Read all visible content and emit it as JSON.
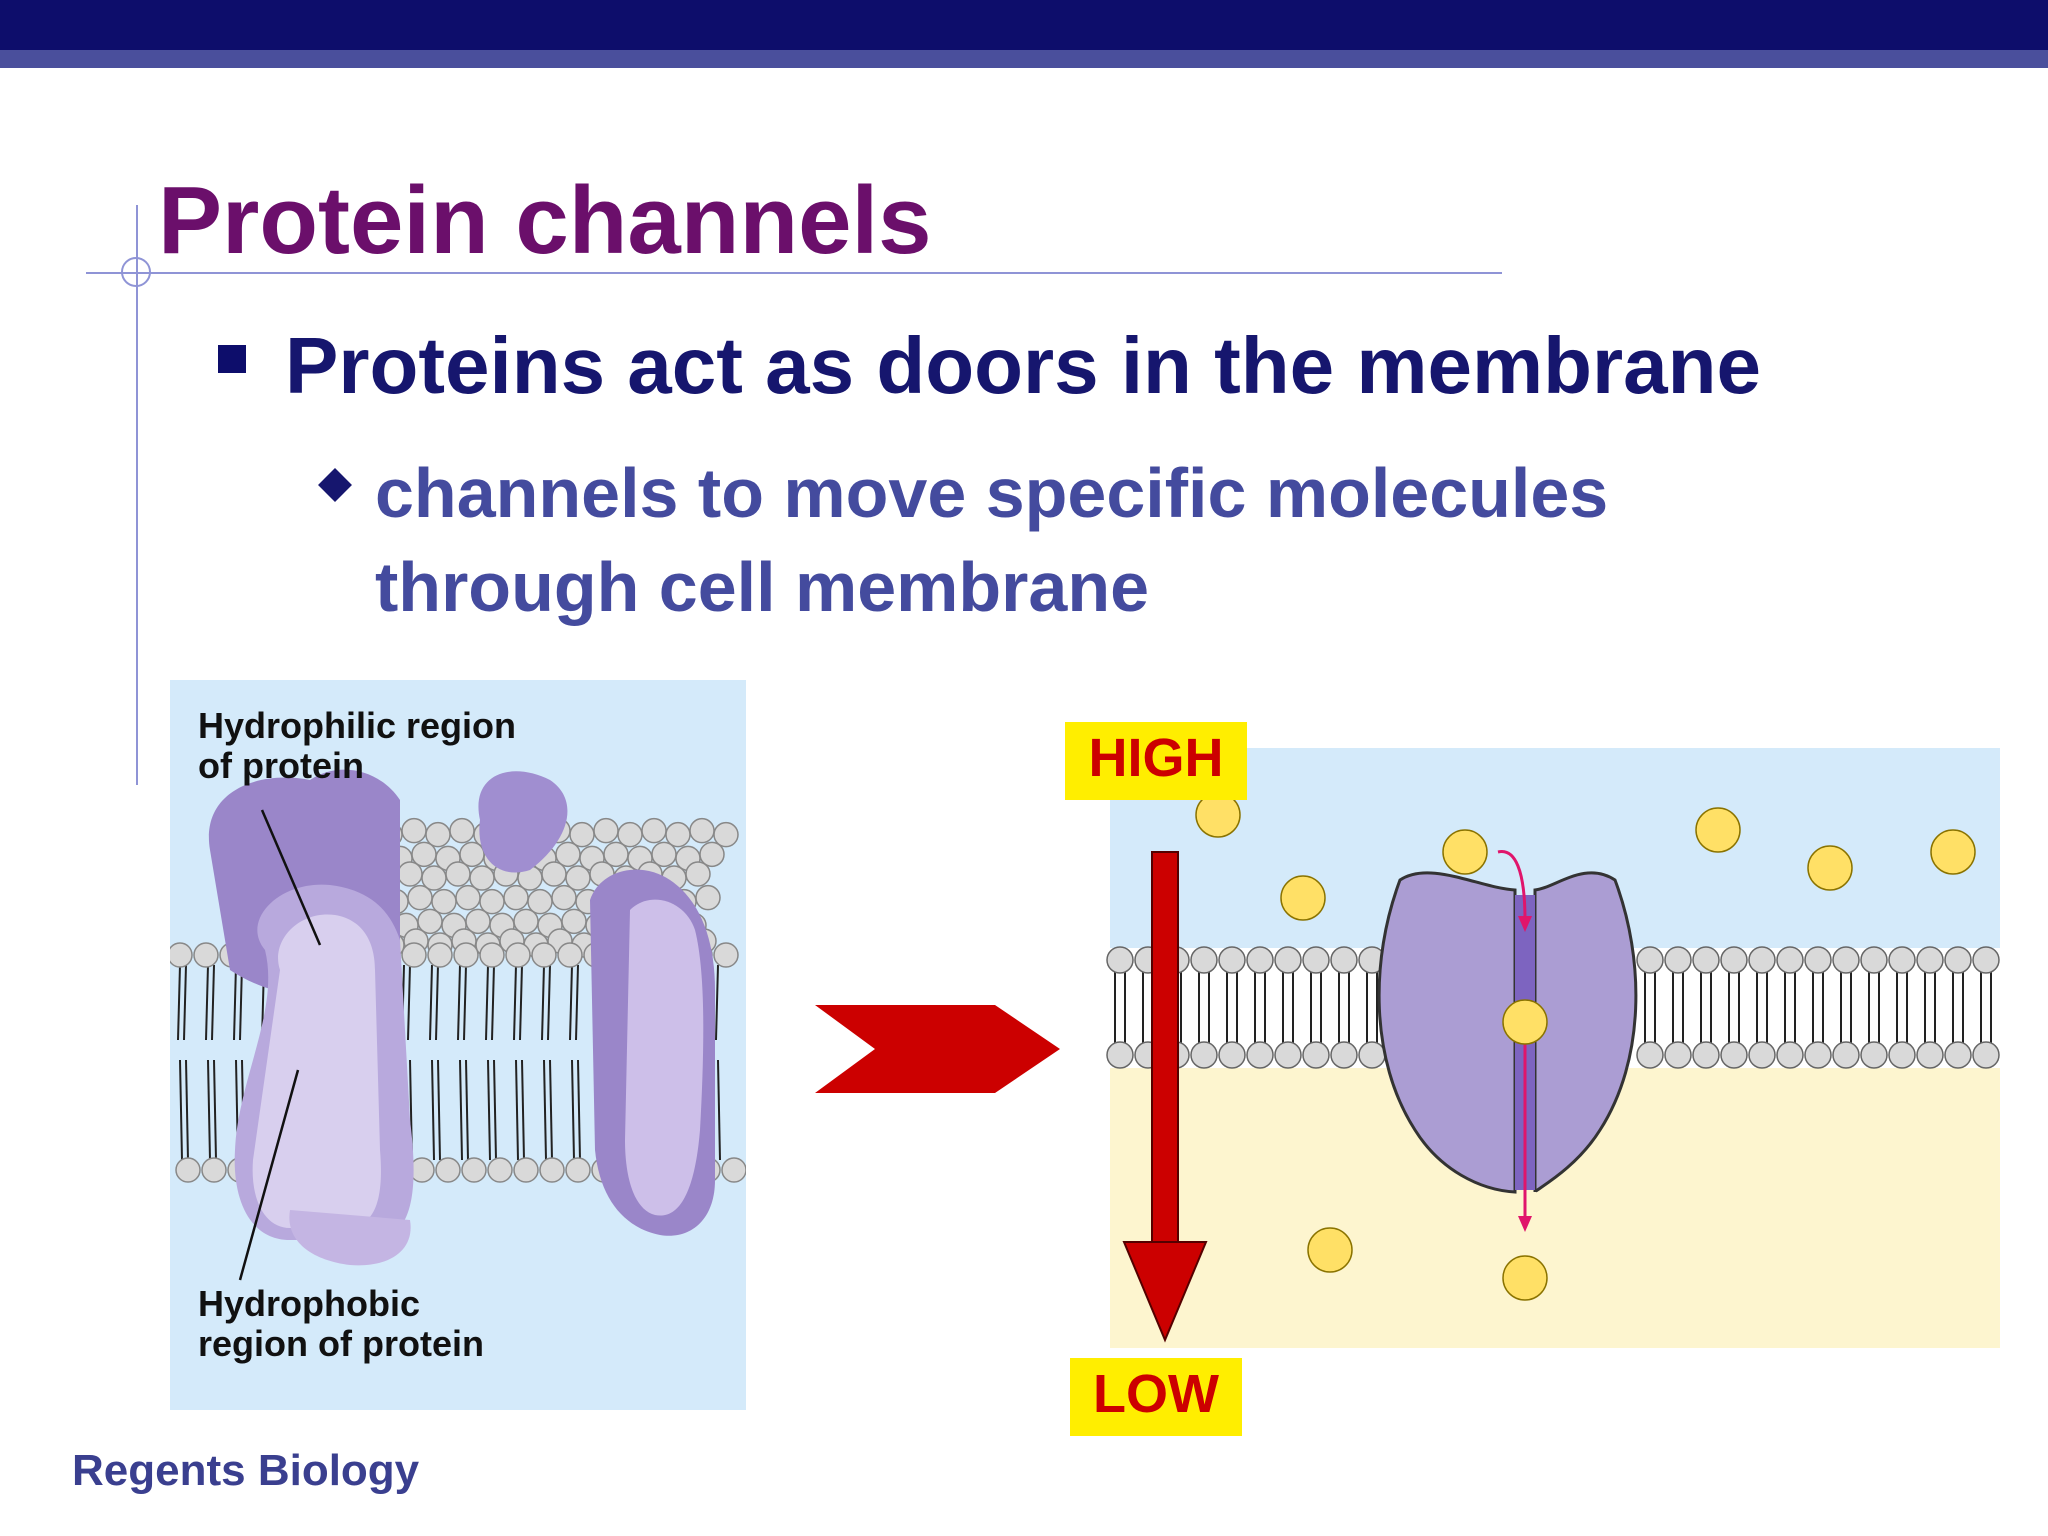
{
  "slide": {
    "title": "Protein channels",
    "bullet_1": "Proteins act as doors in the membrane",
    "bullet_2": "channels to move specific molecules through cell membrane",
    "footer": "Regents Biology"
  },
  "left_figure": {
    "label_top": [
      "Hydrophilic region",
      "of  protein"
    ],
    "label_bottom": [
      "Hydrophobic",
      "region of protein"
    ]
  },
  "right_figure": {
    "high_label": "HIGH",
    "low_label": "LOW"
  },
  "colors": {
    "top_bar": "#0d0d6b",
    "title": "#6b0f6b",
    "bullet_1": "#16166e",
    "bullet_2": "#444b9e",
    "protein": "#a99bd0",
    "molecule": "#ffe066",
    "arrow": "#cc0000",
    "label_bg": "#ffee00"
  }
}
